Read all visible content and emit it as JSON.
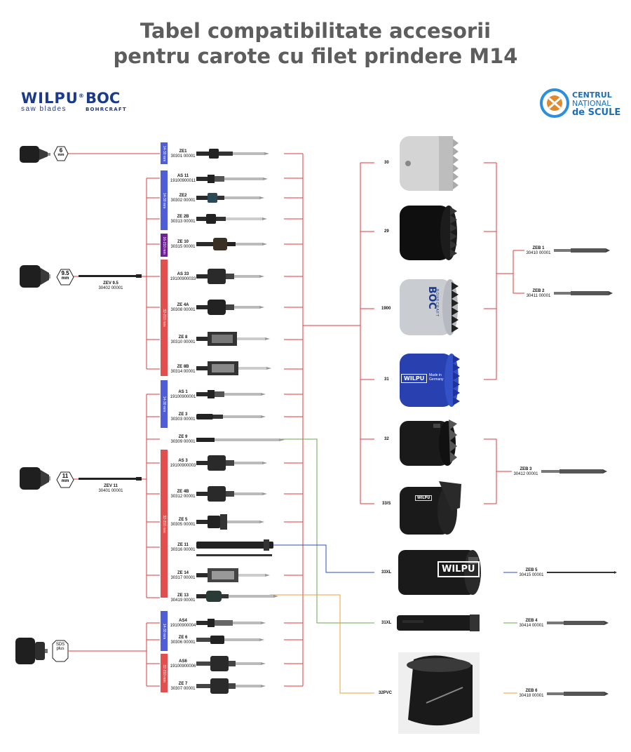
{
  "title_line1": "Tabel compatibilitate accesorii",
  "title_line2": "pentru carote cu filet prindere M14",
  "brands": {
    "wilpu": "WILPU",
    "wilpu_reg": "®",
    "wilpu_sub": "saw blades",
    "boc": "BOC",
    "boc_sub": "BOHRCRAFT",
    "cns1": "CENTRUL",
    "cns2": "NAȚIONAL",
    "cns3": "de SCULE"
  },
  "drives": [
    {
      "badge1": "6",
      "badge2": "mm"
    },
    {
      "badge1": "9.5",
      "badge2": "mm",
      "ext_name": "ZEV 9.5",
      "ext_code": "30402 00001"
    },
    {
      "badge1": "11",
      "badge2": "mm",
      "ext_name": "ZEV 11",
      "ext_code": "30401 00001"
    },
    {
      "badge1": "SDS",
      "badge2": "plus"
    }
  ],
  "bands": [
    "14-30 mm",
    "14-30 mm",
    "16-210 mm",
    "32-210 mm",
    "14-30 mm",
    "32-210 mm",
    "14-30 mm",
    "32-210 mm"
  ],
  "adapters": [
    {
      "name": "ZE1",
      "code": "30301 00001"
    },
    {
      "name": "AS 11",
      "code": "19100900011"
    },
    {
      "name": "ZE2",
      "code": "30302 00001"
    },
    {
      "name": "ZE 2B",
      "code": "30313 00001"
    },
    {
      "name": "ZE 10",
      "code": "30315 00001"
    },
    {
      "name": "AS 33",
      "code": "19100900033"
    },
    {
      "name": "ZE 4A",
      "code": "30308 00001"
    },
    {
      "name": "ZE 8",
      "code": "30310 00001"
    },
    {
      "name": "ZE 8B",
      "code": "30314 00001"
    },
    {
      "name": "AS 1",
      "code": "19100900001"
    },
    {
      "name": "ZE 3",
      "code": "30303 00001"
    },
    {
      "name": "ZE 9",
      "code": "30309 00001"
    },
    {
      "name": "AS 3",
      "code": "19100900003"
    },
    {
      "name": "ZE 4B",
      "code": "30312 00001"
    },
    {
      "name": "ZE 5",
      "code": "30305 00001"
    },
    {
      "name": "ZE 11",
      "code": "30316 00001"
    },
    {
      "name": "ZE 14",
      "code": "30317 00001"
    },
    {
      "name": "ZE 13",
      "code": "30419 00001"
    },
    {
      "name": "AS4",
      "code": "19100900004"
    },
    {
      "name": "ZE 6",
      "code": "30306 00001"
    },
    {
      "name": "AS6",
      "code": "19100900006"
    },
    {
      "name": "ZE 7",
      "code": "30307 00001"
    }
  ],
  "saws": [
    "30",
    "29",
    "1900",
    "31",
    "32",
    "33/S",
    "33XL",
    "31XL",
    "32PVC"
  ],
  "saw_text": {
    "boc": "BOC",
    "boc_sub": "BOHRCRAFT",
    "wilpu": "WILPU",
    "made": "Made in",
    "germany": "Germany"
  },
  "drills": [
    {
      "name": "ZEB 1",
      "code": "30410 00001"
    },
    {
      "name": "ZEB 2",
      "code": "30411 00001"
    },
    {
      "name": "ZEB 3",
      "code": "30412 00001"
    },
    {
      "name": "ZEB 5",
      "code": "30415 00001"
    },
    {
      "name": "ZEB 4",
      "code": "30414 00001"
    },
    {
      "name": "ZEB 6",
      "code": "30418 00001"
    }
  ],
  "colors": {
    "red": "#e03a3a",
    "blue": "#2d4fc0",
    "green": "#6aa84f",
    "orange": "#e8a33a",
    "band_red": "#e24f4f",
    "band_blue": "#4f5ed6",
    "band_purple": "#6f1f9a"
  }
}
